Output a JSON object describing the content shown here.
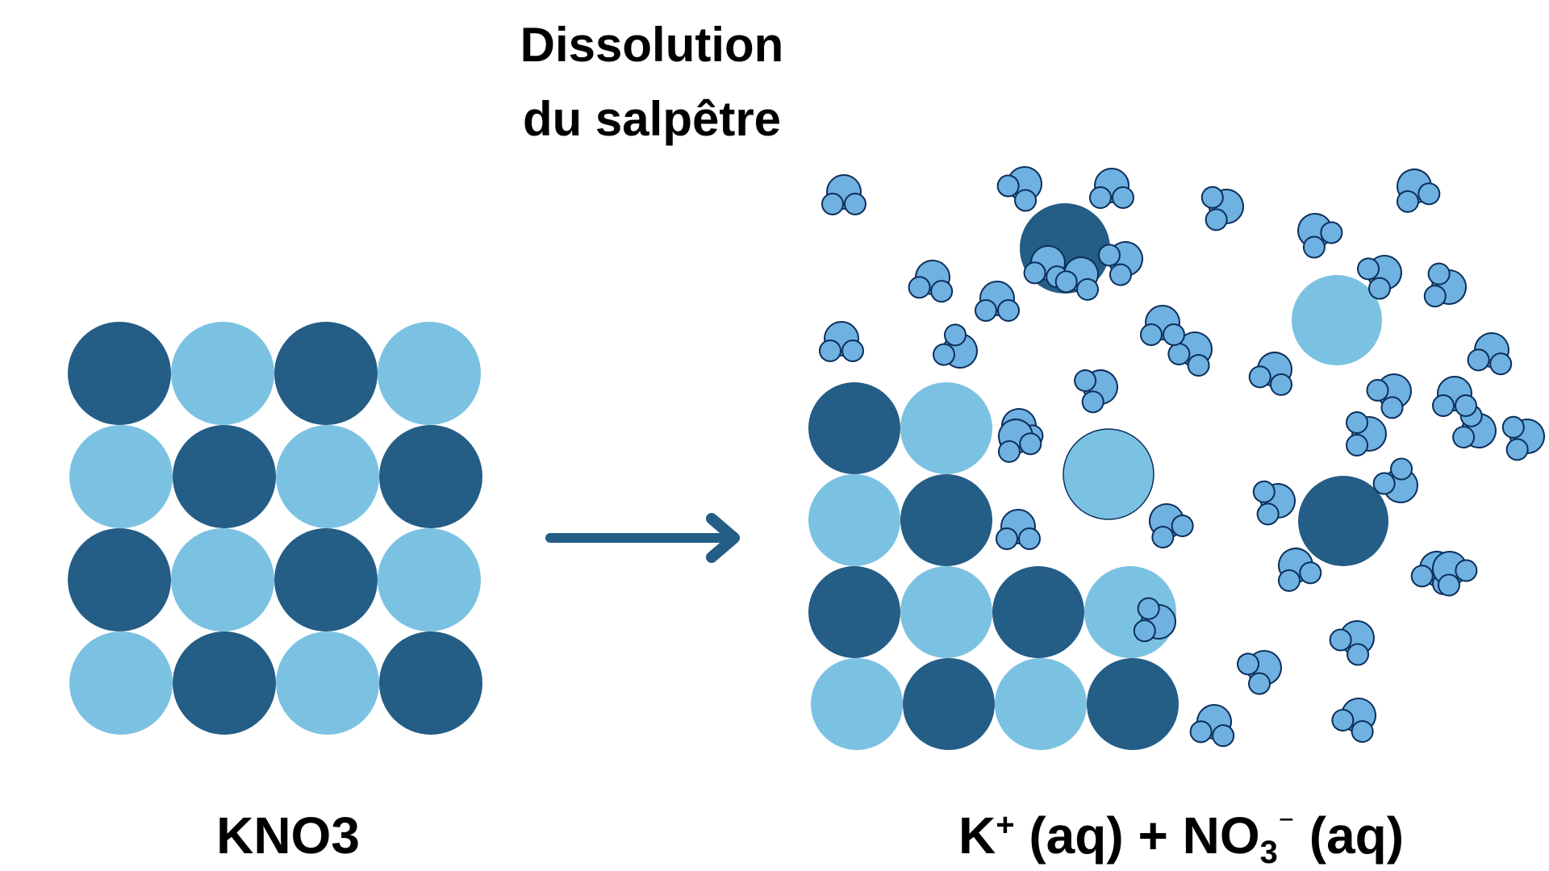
{
  "title": {
    "line1": "Dissolution",
    "line2": "du salpêtre"
  },
  "labels": {
    "reactant": "KNO3",
    "product_k": "K",
    "product_k_charge": "+",
    "product_k_state": " (aq) + NO",
    "product_no3_sub": "3",
    "product_no3_charge": "⁻",
    "product_no3_state": " (aq)"
  },
  "colors": {
    "potassium_ion": "#245d86",
    "nitrate_ion": "#7bc2e2",
    "water_molecule": "#6fb1e0",
    "water_outline": "#0b2e5b",
    "arrow": "#245d86",
    "text": "#000000"
  },
  "legend_semantics": {
    "dark_circle": "potassium-ion",
    "light_circle": "nitrate-ion",
    "small_cluster": "water-molecule"
  },
  "crystal_lattice": {
    "rows": 4,
    "cols": 4,
    "pattern": [
      [
        "K",
        "N",
        "K",
        "N"
      ],
      [
        "N",
        "K",
        "N",
        "K"
      ],
      [
        "K",
        "N",
        "K",
        "N"
      ],
      [
        "N",
        "K",
        "N",
        "K"
      ]
    ]
  },
  "dissolving_crystal": {
    "pattern": [
      [
        "K",
        "N",
        null,
        null
      ],
      [
        "N",
        "K",
        null,
        null
      ],
      [
        "K",
        "N",
        "K",
        "N"
      ],
      [
        "N",
        "K",
        "N",
        "K"
      ]
    ]
  },
  "free_ions": [
    "K",
    "N",
    "N",
    "K"
  ],
  "arrow": {
    "direction": "right"
  }
}
